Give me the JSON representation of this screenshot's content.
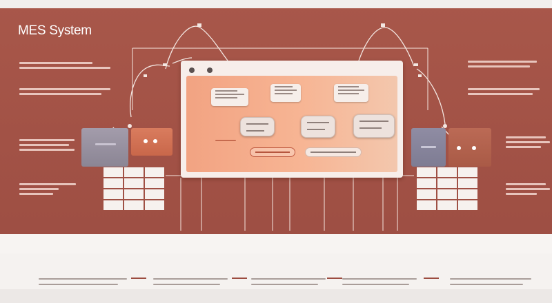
{
  "app": {
    "title": "MES System"
  },
  "colors": {
    "background": "#a8574a",
    "screen_panel": "#f7b594",
    "device_left_panel": "#8b8594",
    "device_left_accent": "#d4694c",
    "device_right_panel": "#7e7c93",
    "footer_background": "#f5f2f0",
    "footer_dash": "#9c4c40"
  },
  "icons": {
    "screen_controls": "window-dots",
    "connectors": "cable-plug"
  }
}
